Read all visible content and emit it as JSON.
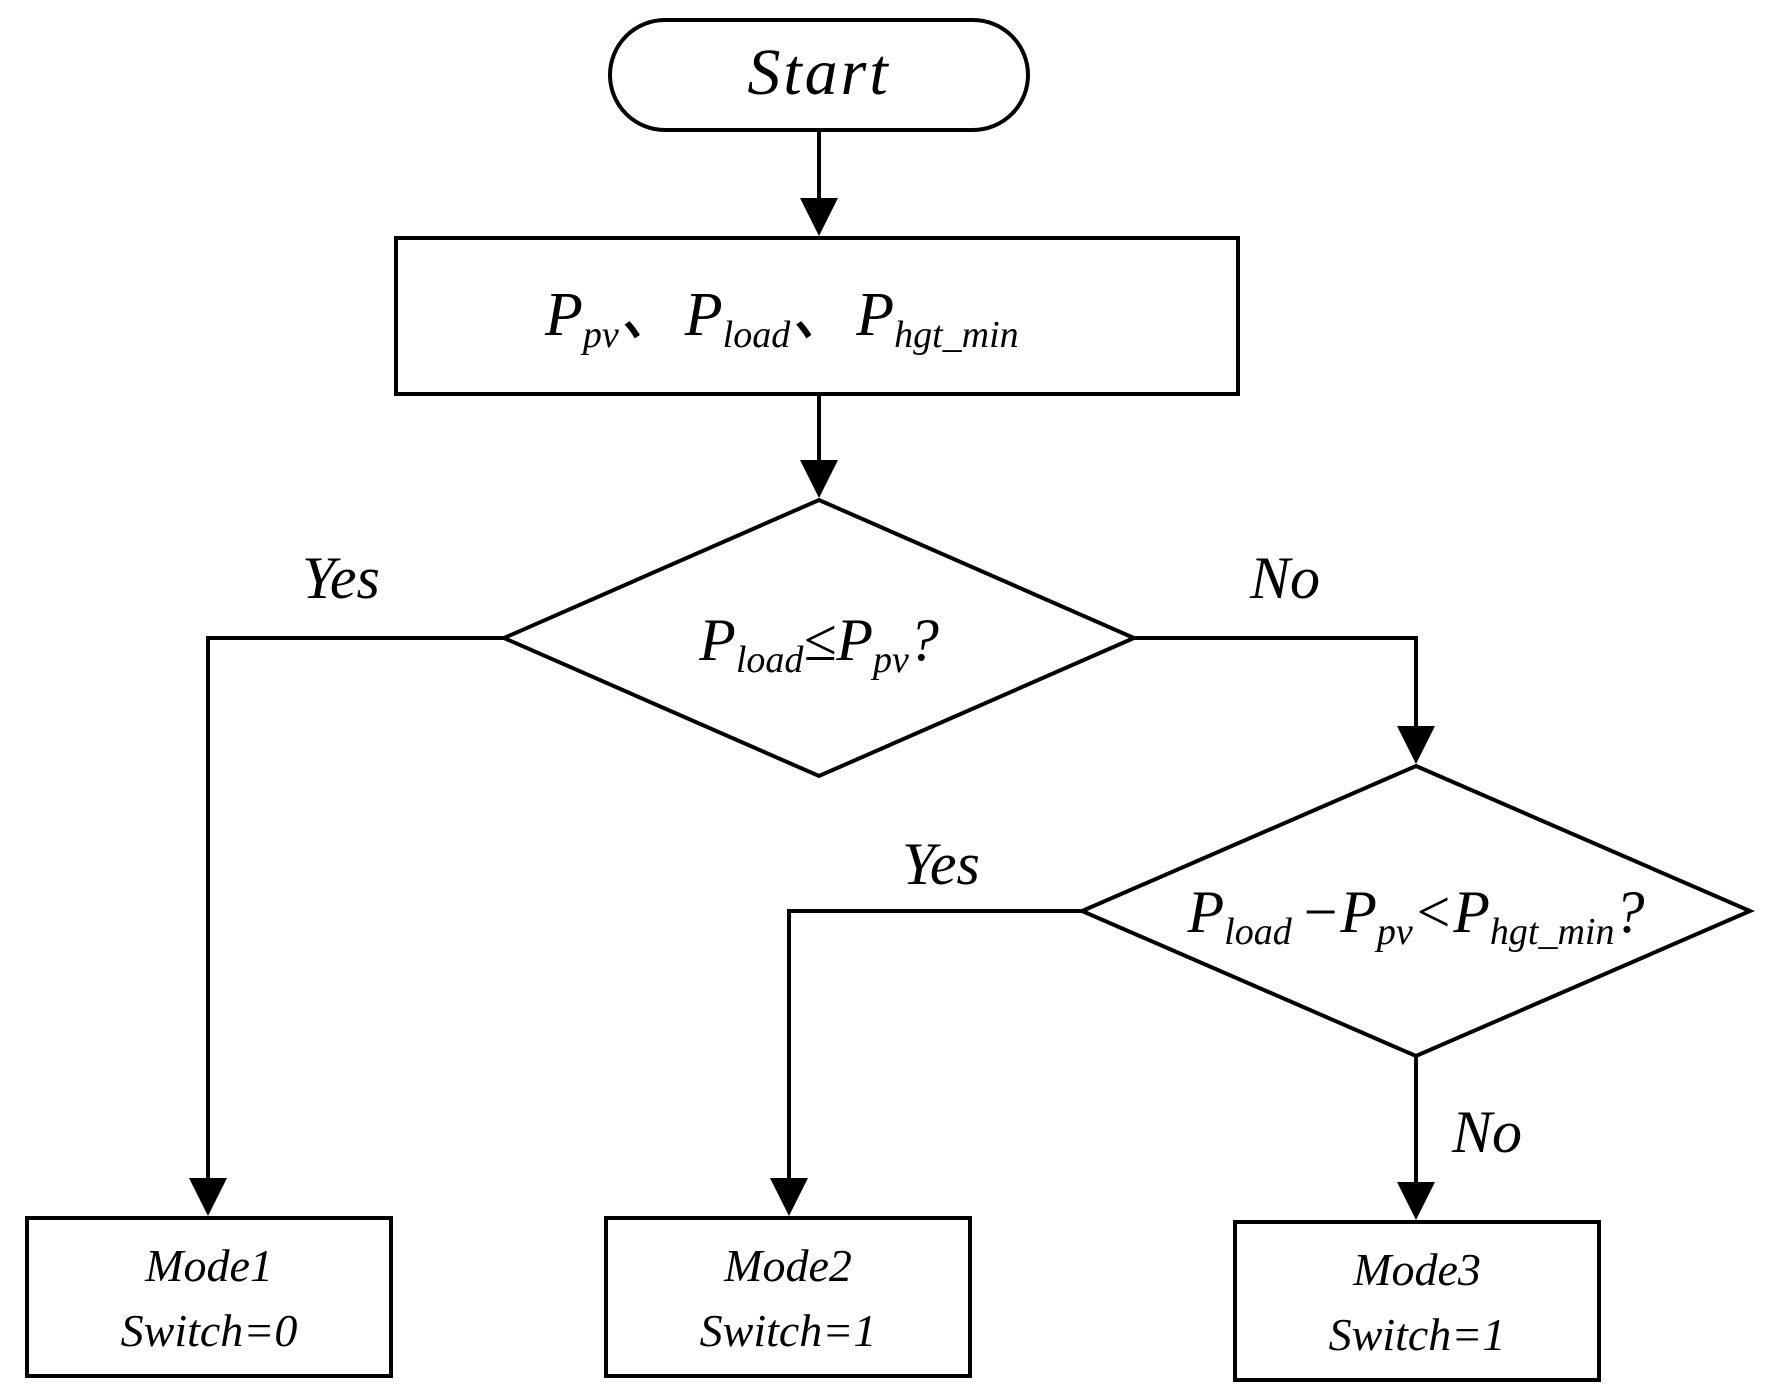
{
  "start": {
    "label": "Start"
  },
  "inputs": {
    "p": "P",
    "pv": "pv",
    "load": "load",
    "hgt_min": "hgt_min",
    "separator": "、"
  },
  "decision1": {
    "p": "P",
    "load": "load",
    "op": "≤",
    "pv": "pv",
    "q": "?",
    "yes": "Yes",
    "no": "No"
  },
  "decision2": {
    "p": "P",
    "load": "load",
    "minus": "−",
    "pv": "pv",
    "lt": "<",
    "hgt_min": "hgt_min",
    "q": "?",
    "yes": "Yes",
    "no": "No"
  },
  "modes": [
    {
      "name": "Mode1",
      "switch": "Switch=0"
    },
    {
      "name": "Mode2",
      "switch": "Switch=1"
    },
    {
      "name": "Mode3",
      "switch": "Switch=1"
    }
  ]
}
